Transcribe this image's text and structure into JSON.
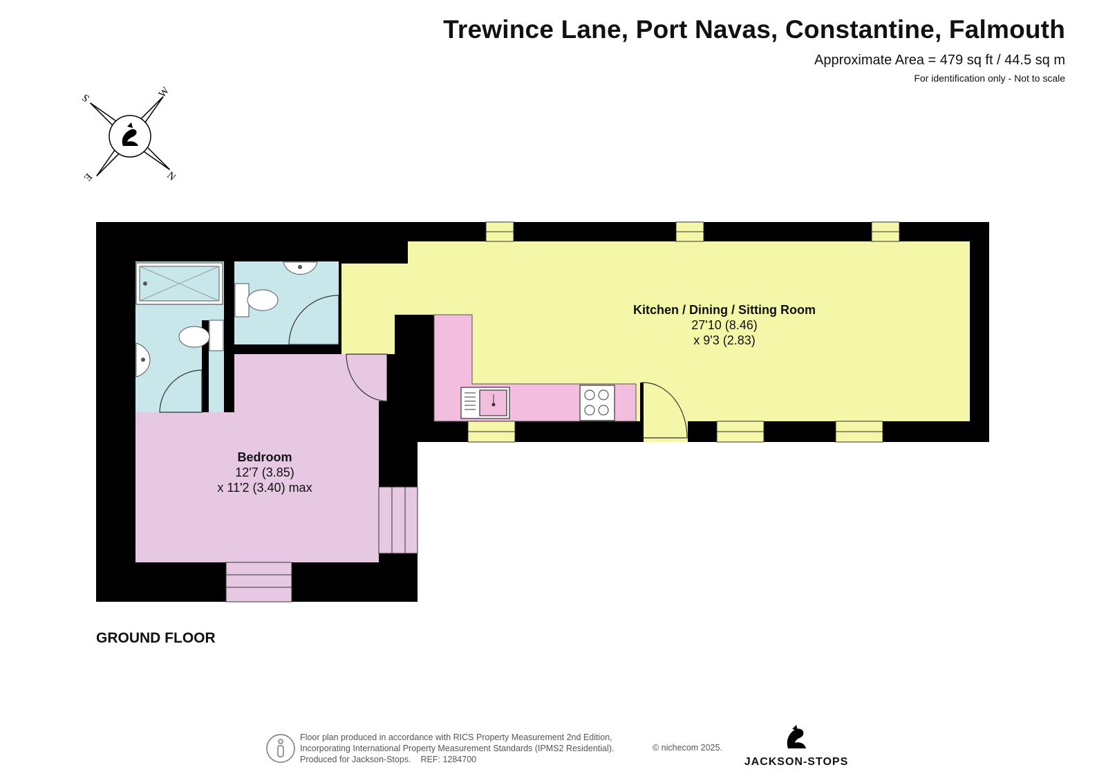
{
  "header": {
    "title": "Trewince Lane, Port Navas, Constantine, Falmouth",
    "area": "Approximate Area = 479 sq ft / 44.5 sq m",
    "note": "For identification only - Not to scale"
  },
  "compass": {
    "letters": {
      "north": "N",
      "east": "E",
      "south": "S",
      "west": "W"
    }
  },
  "rooms": {
    "kitchen": {
      "name": "Kitchen / Dining / Sitting Room",
      "dim1": "27'10 (8.46)",
      "dim2": "x 9'3 (2.83)"
    },
    "bedroom": {
      "name": "Bedroom",
      "dim1": "12'7 (3.85)",
      "dim2": "x 11'2 (3.40) max"
    }
  },
  "floor_label": "GROUND FLOOR",
  "footer": {
    "line1": "Floor plan produced in accordance with RICS Property Measurement 2nd Edition,",
    "line2": "Incorporating International Property Measurement Standards (IPMS2 Residential).",
    "line3": "Produced for Jackson-Stops.",
    "ref": "REF:  1284700",
    "copyright": "© nichecom 2025."
  },
  "brand": {
    "name": "JACKSON-STOPS"
  },
  "colors": {
    "wall": "#000000",
    "kitchen": "#f5f7a8",
    "kitchen_units": "#f3bde0",
    "bedroom": "#e6c8e2",
    "bathroom": "#c8e7ea",
    "window": "#f5f7a8"
  }
}
